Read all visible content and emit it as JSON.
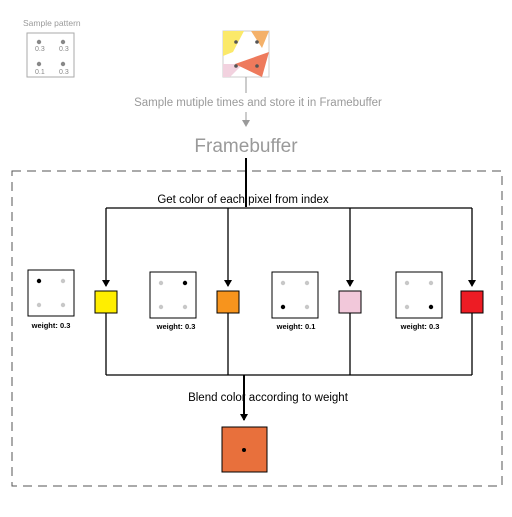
{
  "sample_pattern": {
    "title": "Sample pattern",
    "weights": [
      "0.3",
      "0.3",
      "0.1",
      "0.3"
    ]
  },
  "framebuffer": {
    "caption": "Sample mutiple times and store it in Framebuffer",
    "label": "Framebuffer"
  },
  "process": {
    "lookup_label": "Get color of each  pixel from index",
    "blend_label": "Blend color  according to weight"
  },
  "samples": [
    {
      "weight_label": "weight: 0.3",
      "color": "#ffee00"
    },
    {
      "weight_label": "weight: 0.3",
      "color": "#f7941d"
    },
    {
      "weight_label": "weight: 0.1",
      "color": "#f2c8da"
    },
    {
      "weight_label": "weight: 0.3",
      "color": "#ed1c24"
    }
  ],
  "result": {
    "color": "#e8703c"
  },
  "colors": {
    "line": "#000000",
    "muted_text": "#9a9a9a",
    "pattern_box": "#aaaaaa",
    "inactive_dot": "#c8c8c8",
    "thumb_yellow": "#fbe96a",
    "thumb_orange": "#f4b16a",
    "thumb_pink": "#f2d2df",
    "thumb_red": "#ee7a5c"
  }
}
